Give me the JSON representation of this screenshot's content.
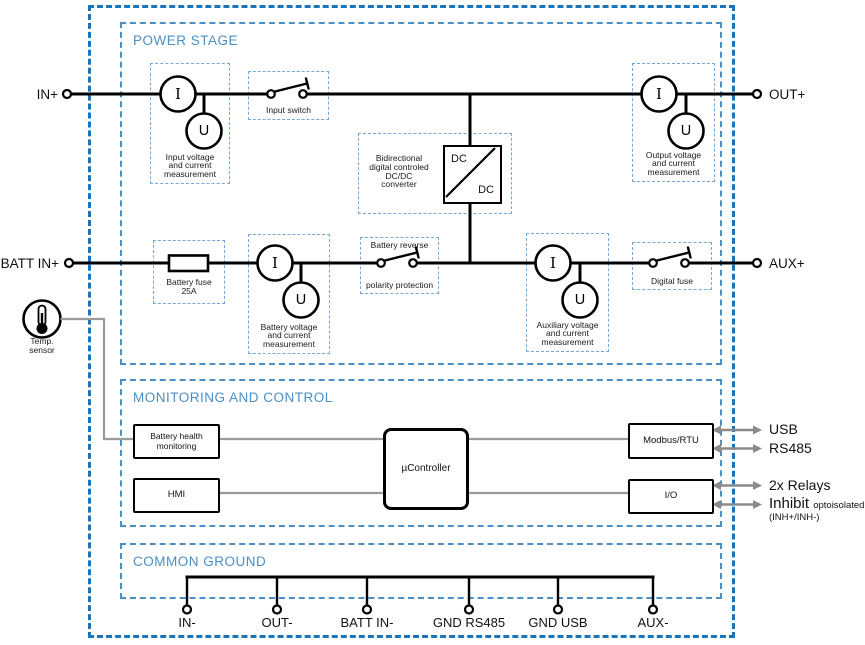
{
  "colors": {
    "outer_border": "#1a74bc",
    "section_border": "#4a8fc6",
    "component_border": "#74aad8",
    "title": "#4a8fc6",
    "wire": "#000000",
    "control_wire": "#9b9b9b",
    "arrow": "#8b8b8b",
    "box_border": "#000000",
    "background": "#ffffff"
  },
  "power_stage": {
    "title": "POWER STAGE",
    "meter_current": "I",
    "meter_voltage": "U",
    "input_meas": {
      "lines": [
        "Input voltage",
        "and current",
        "measurement"
      ]
    },
    "input_switch": {
      "label": "Input switch"
    },
    "converter": {
      "lines": [
        "Bidirectional",
        "digital controled",
        "DC/DC",
        "converter"
      ],
      "dc_in": "DC",
      "dc_out": "DC"
    },
    "battery_fuse": {
      "lines": [
        "Battery fuse",
        "25A"
      ]
    },
    "battery_meas": {
      "lines": [
        "Battery voltage",
        "and current",
        "measurement"
      ]
    },
    "battery_reverse": {
      "line1": "Battery reverse",
      "line2": "polarity protection"
    },
    "aux_meas": {
      "lines": [
        "Auxiliary voltage",
        "and current",
        "measurement"
      ]
    },
    "digital_fuse": {
      "label": "Digital fuse"
    },
    "output_meas": {
      "lines": [
        "Output voltage",
        "and current",
        "measurement"
      ]
    },
    "temp_sensor": {
      "lines": [
        "Temp.",
        "sensor"
      ]
    }
  },
  "terminals": {
    "in_pos": "IN+",
    "out_pos": "OUT+",
    "batt_in_pos": "BATT IN+",
    "aux_pos": "AUX+"
  },
  "monitoring": {
    "title": "MONITORING AND CONTROL",
    "battery_health": {
      "lines": [
        "Battery health",
        "monitoring"
      ]
    },
    "hmi": "HMI",
    "ucontroller": "µController",
    "modbus": "Modbus/RTU",
    "io": "I/O",
    "interfaces": [
      {
        "label": "USB"
      },
      {
        "label": "RS485"
      },
      {
        "label": "2x Relays"
      },
      {
        "label": "Inhibit",
        "note": "optoisolated",
        "sub": "(INH+/INH-)"
      }
    ]
  },
  "common_ground": {
    "title": "COMMON GROUND",
    "terminals": [
      "IN-",
      "OUT-",
      "BATT IN-",
      "GND RS485",
      "GND USB",
      "AUX-"
    ]
  }
}
